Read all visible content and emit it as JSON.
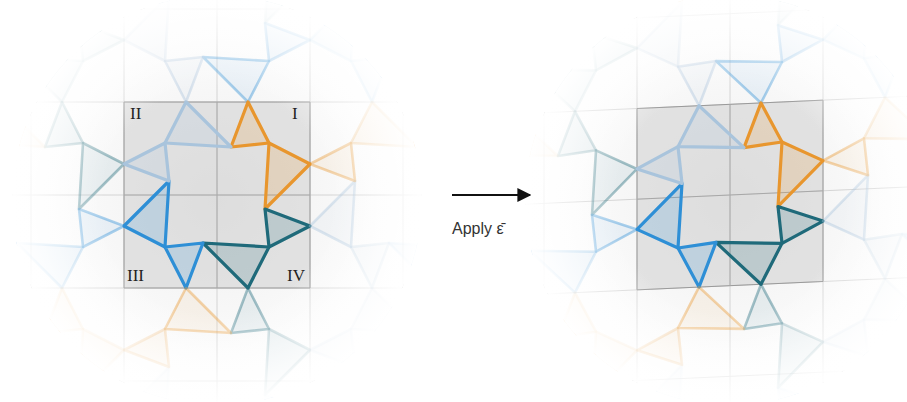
{
  "diagram": {
    "labels": [
      "II",
      "I",
      "III",
      "IV",
      "Apply ε̄"
    ]
  }
}
